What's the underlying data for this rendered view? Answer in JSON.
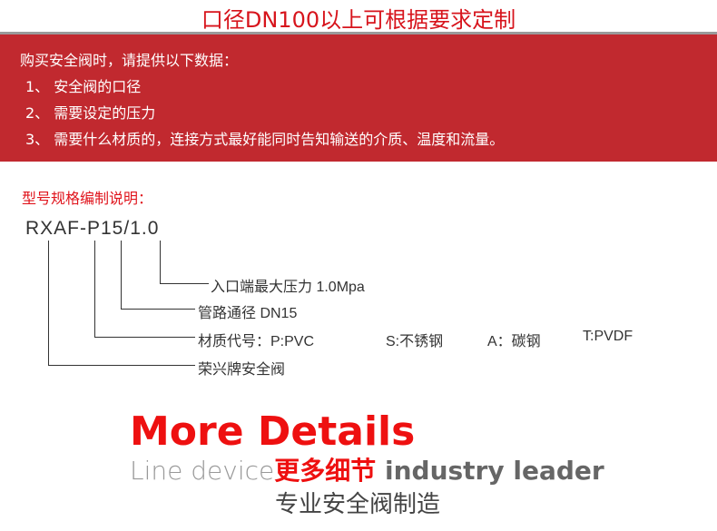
{
  "header": {
    "title": "口径DN100以上可根据要求定制"
  },
  "notice": {
    "intro": "购买安全阀时，请提供以下数据：",
    "items": [
      "1、  安全阀的口径",
      "2、  需要设定的压力",
      "3、  需要什么材质的，连接方式最好能同时告知输送的介质、温度和流量。"
    ]
  },
  "spec": {
    "heading": "型号规格编制说明：",
    "model": "RXAF-P15/1.0",
    "labels": [
      "入口端最大压力 1.0Mpa",
      "管路通径  DN15",
      "材质代号：P:PVC",
      "S:不锈钢",
      "A：碳钢",
      "T:PVDF",
      "荣兴牌安全阀"
    ]
  },
  "promo": {
    "title": "More Details",
    "sub_a": "Line device",
    "sub_b": "更多细节",
    "sub_c": " industry leader",
    "tagline": "专业安全阀制造"
  }
}
